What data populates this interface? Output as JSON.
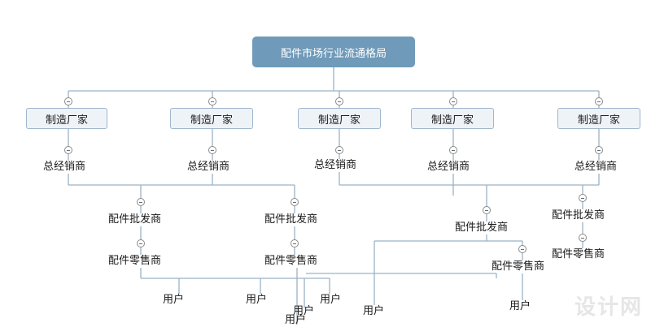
{
  "root": {
    "label": "配件市场行业流通格局"
  },
  "manufacturers": [
    {
      "label": "制造厂家"
    },
    {
      "label": "制造厂家"
    },
    {
      "label": "制造厂家"
    },
    {
      "label": "制造厂家"
    },
    {
      "label": "制造厂家"
    }
  ],
  "distributors": [
    {
      "label": "总经销商"
    },
    {
      "label": "总经销商"
    },
    {
      "label": "总经销商"
    },
    {
      "label": "总经销商"
    },
    {
      "label": "总经销商"
    }
  ],
  "wholesalers": [
    {
      "label": "配件批发商"
    },
    {
      "label": "配件批发商"
    },
    {
      "label": "配件批发商"
    },
    {
      "label": "配件批发商"
    }
  ],
  "retailers": [
    {
      "label": "配件零售商"
    },
    {
      "label": "配件零售商"
    },
    {
      "label": "配件零售商"
    },
    {
      "label": "配件零售商"
    }
  ],
  "users": [
    {
      "label": "用户"
    },
    {
      "label": "用户"
    },
    {
      "label": "用户"
    },
    {
      "label": "用户"
    },
    {
      "label": "用户"
    },
    {
      "label": "用户"
    },
    {
      "label": "用户"
    }
  ],
  "colors": {
    "root_fill": "#6f9ab9",
    "box_fill": "#eef3f8",
    "box_border": "#9fb6cc",
    "connector": "#9bb2c6"
  }
}
